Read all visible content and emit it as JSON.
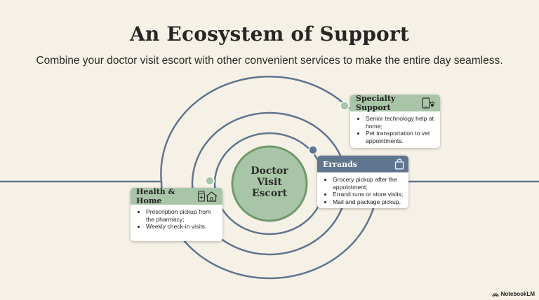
{
  "header": {
    "title": "An Ecosystem of Support",
    "subtitle": "Combine your doctor visit escort with other convenient services to make the entire day seamless."
  },
  "center": {
    "lines": [
      "Doctor",
      "Visit",
      "Escort"
    ]
  },
  "cards": {
    "health_home": {
      "title": "Health & Home",
      "items": [
        "Prescription pickup from the pharmacy;",
        "Weekly check-in visits."
      ]
    },
    "errands": {
      "title": "Errands",
      "items": [
        "Grocery pickup after the appointment;",
        "Errand runs or store visits;",
        "Mail and package pickup."
      ]
    },
    "specialty": {
      "title": "Specialty Support",
      "items": [
        "Senior technology help at home;",
        "Pet transportation to vet appointments."
      ]
    }
  },
  "brand": {
    "name": "NotebookLM"
  },
  "colors": {
    "background": "#f6f1e6",
    "ring": "#5f7590",
    "center_fill": "#a9c5a7",
    "center_stroke": "#6f9a6c",
    "green_header": "#a9c5a7",
    "blue_header": "#5f7590",
    "dot_green": "#a9c5a7",
    "dot_blue": "#5f7590"
  },
  "icons": {
    "health_home": [
      "pill-bottle-icon",
      "house-icon"
    ],
    "errands": "shopping-bag-icon",
    "specialty": [
      "tablet-icon",
      "paw-icon"
    ],
    "brand": "notebook-logo-icon"
  }
}
